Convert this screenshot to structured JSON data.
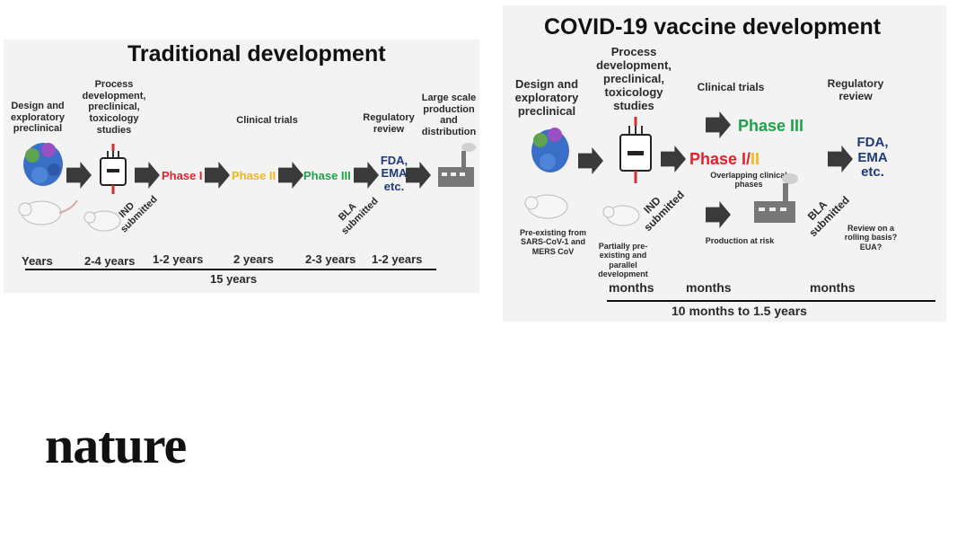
{
  "left": {
    "title": "Traditional development",
    "stage_design": "Design and exploratory preclinical",
    "stage_process": "Process development, preclinical, toxicology studies",
    "clinical_trials": "Clinical trials",
    "regulatory_review": "Regulatory review",
    "large_scale": "Large scale production and distribution",
    "phase1": "Phase I",
    "phase2": "Phase II",
    "phase3": "Phase III",
    "fda": "FDA, EMA etc.",
    "ind": "IND submitted",
    "bla": "BLA submitted",
    "timeline": [
      "Years",
      "2-4 years",
      "1-2 years",
      "2 years",
      "2-3 years",
      "1-2 years"
    ],
    "total": "15 years"
  },
  "right": {
    "title": "COVID-19 vaccine development",
    "stage_design": "Design and exploratory preclinical",
    "stage_process": "Process development, preclinical, toxicology studies",
    "clinical_trials": "Clinical trials",
    "regulatory_review": "Regulatory review",
    "phase3": "Phase III",
    "phase12_a": "Phase I/",
    "phase12_b": "II",
    "overlapping": "Overlapping clinical phases",
    "fda": "FDA, EMA etc.",
    "ind": "IND submitted",
    "bla": "BLA submitted",
    "rolling": "Review on a rolling basis? EUA?",
    "production_risk": "Production at risk",
    "preexisting": "Pre-existing from SARS-CoV-1 and MERS CoV",
    "partially": "Partially pre-existing and parallel development",
    "timeline": [
      "months",
      "months",
      "months"
    ],
    "total": "10 months to 1.5 years"
  },
  "brand": "nature",
  "colors": {
    "phase1": "#e8202a",
    "phase2": "#f2b81d",
    "phase3": "#1fa34a",
    "fda": "#1f3a78",
    "arrow": "#3a3a3a"
  }
}
